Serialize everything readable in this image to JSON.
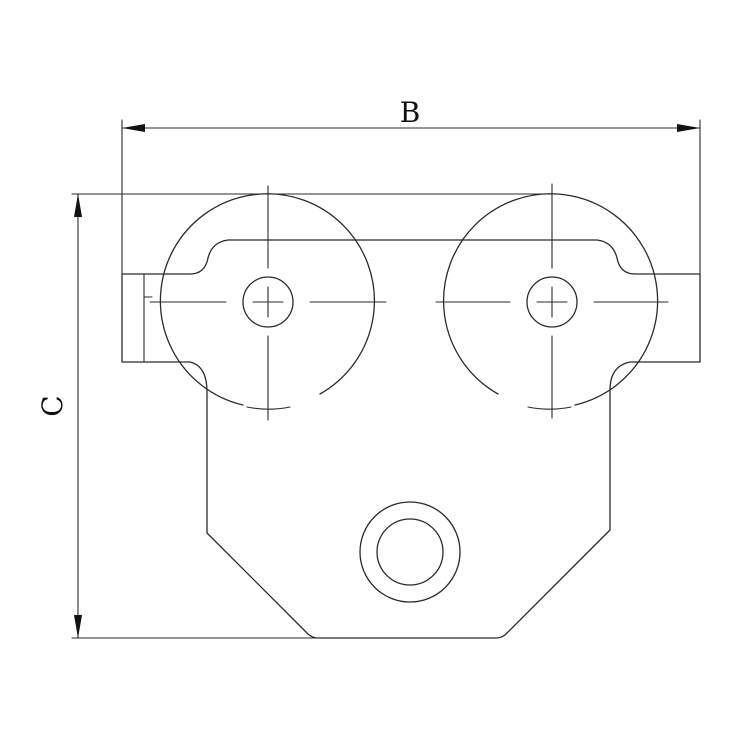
{
  "drawing": {
    "labels": {
      "width_dimension": "B",
      "height_dimension": "C"
    },
    "colors": {
      "line": "#2b2b2b",
      "text": "#111111",
      "background": "#ffffff"
    },
    "icons": {
      "arrow": "dimension-arrowhead",
      "wheel": "wheel-outline",
      "axle": "axle-hole-with-crosshair"
    }
  }
}
